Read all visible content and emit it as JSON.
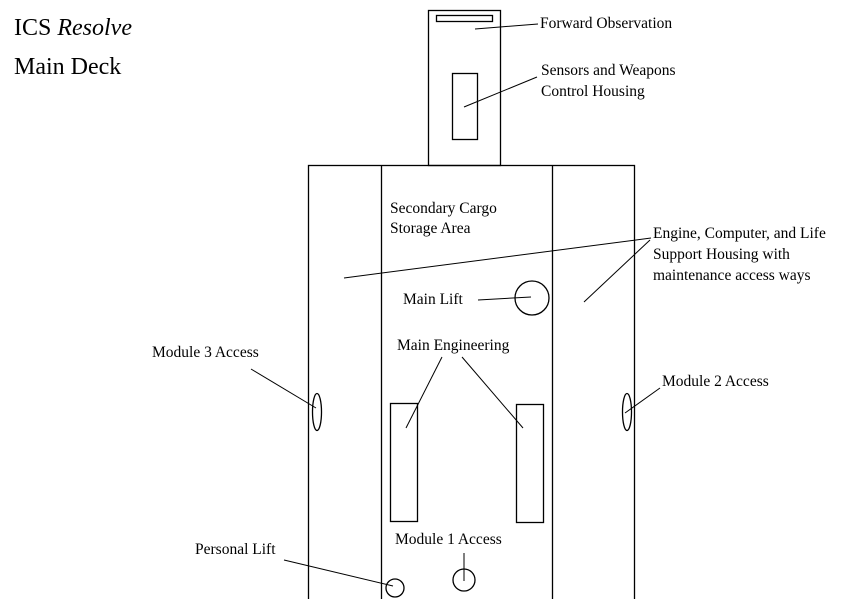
{
  "title": {
    "prefix": "ICS",
    "ship_name": "Resolve",
    "subtitle": "Main Deck"
  },
  "labels": {
    "forward_observation": "Forward Observation",
    "sensors_line1": "Sensors and Weapons",
    "sensors_line2": "Control Housing",
    "cargo_line1": "Secondary Cargo",
    "cargo_line2": "Storage Area",
    "engine_line1": "Engine, Computer, and Life",
    "engine_line2": "Support Housing with",
    "engine_line3": "maintenance access ways",
    "main_lift": "Main Lift",
    "main_engineering": "Main Engineering",
    "module3_access": "Module 3 Access",
    "module2_access": "Module 2 Access",
    "module1_access": "Module 1 Access",
    "personal_lift": "Personal Lift"
  },
  "colors": {
    "stroke": "#000000",
    "background": "#ffffff"
  }
}
